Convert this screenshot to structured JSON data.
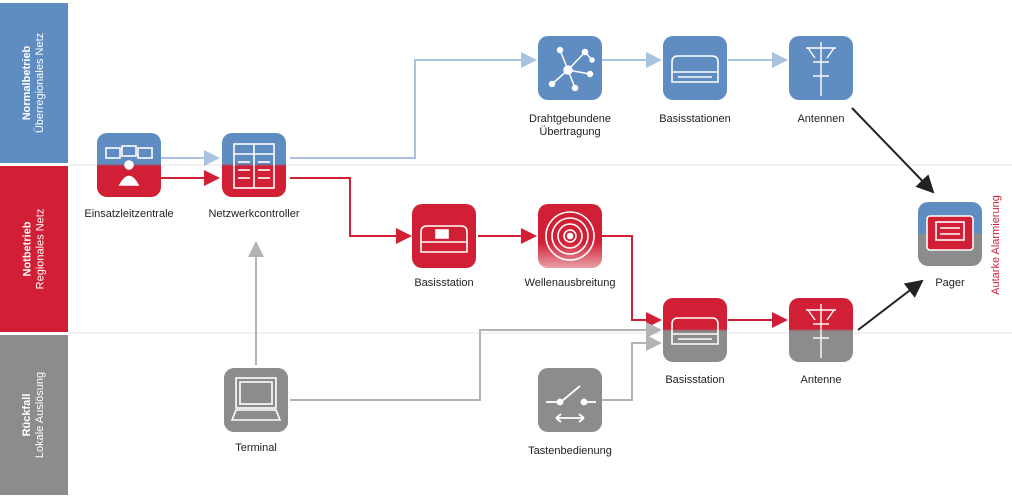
{
  "bands": [
    {
      "line1": "Normalbetrieb",
      "line2": "Überregionales Netz",
      "color": "#5f8dc1"
    },
    {
      "line1": "Notbetrieb",
      "line2": "Regionales Netz",
      "color": "#d11f35"
    },
    {
      "line1": "Rückfall",
      "line2": "Lokale Auslösung",
      "color": "#8c8c8c"
    }
  ],
  "nodes": {
    "einsatzleitzentrale": {
      "label": "Einsatzleitzentrale",
      "icon": "dispatcher-icon"
    },
    "netzwerkcontroller": {
      "label": "Netzwerkcontroller",
      "icon": "server-icon"
    },
    "drahtgebundene": {
      "label": "Drahtgebundene\nÜbertragung",
      "icon": "network-icon"
    },
    "basisstationen": {
      "label": "Basisstationen",
      "icon": "base-station-icon"
    },
    "antennen": {
      "label": "Antennen",
      "icon": "antenna-icon"
    },
    "basisstation_red": {
      "label": "Basisstation",
      "icon": "base-station-icon"
    },
    "wellenausbreitung": {
      "label": "Wellenausbreitung",
      "icon": "radio-wave-icon"
    },
    "basisstation_gray": {
      "label": "Basisstation",
      "icon": "base-station-icon"
    },
    "antenne": {
      "label": "Antenne",
      "icon": "antenna-icon"
    },
    "pager": {
      "label": "Pager",
      "icon": "pager-icon"
    },
    "terminal": {
      "label": "Terminal",
      "icon": "terminal-icon"
    },
    "tastenbedienung": {
      "label": "Tastenbedienung",
      "icon": "switch-icon"
    }
  },
  "side_label": "Autarke Alarmierung",
  "colors": {
    "blue": "#5f8dc1",
    "red": "#d11f35",
    "gray": "#8c8c8c",
    "line_blue": "#a9c2df",
    "line_gray": "#b3b3b3"
  }
}
